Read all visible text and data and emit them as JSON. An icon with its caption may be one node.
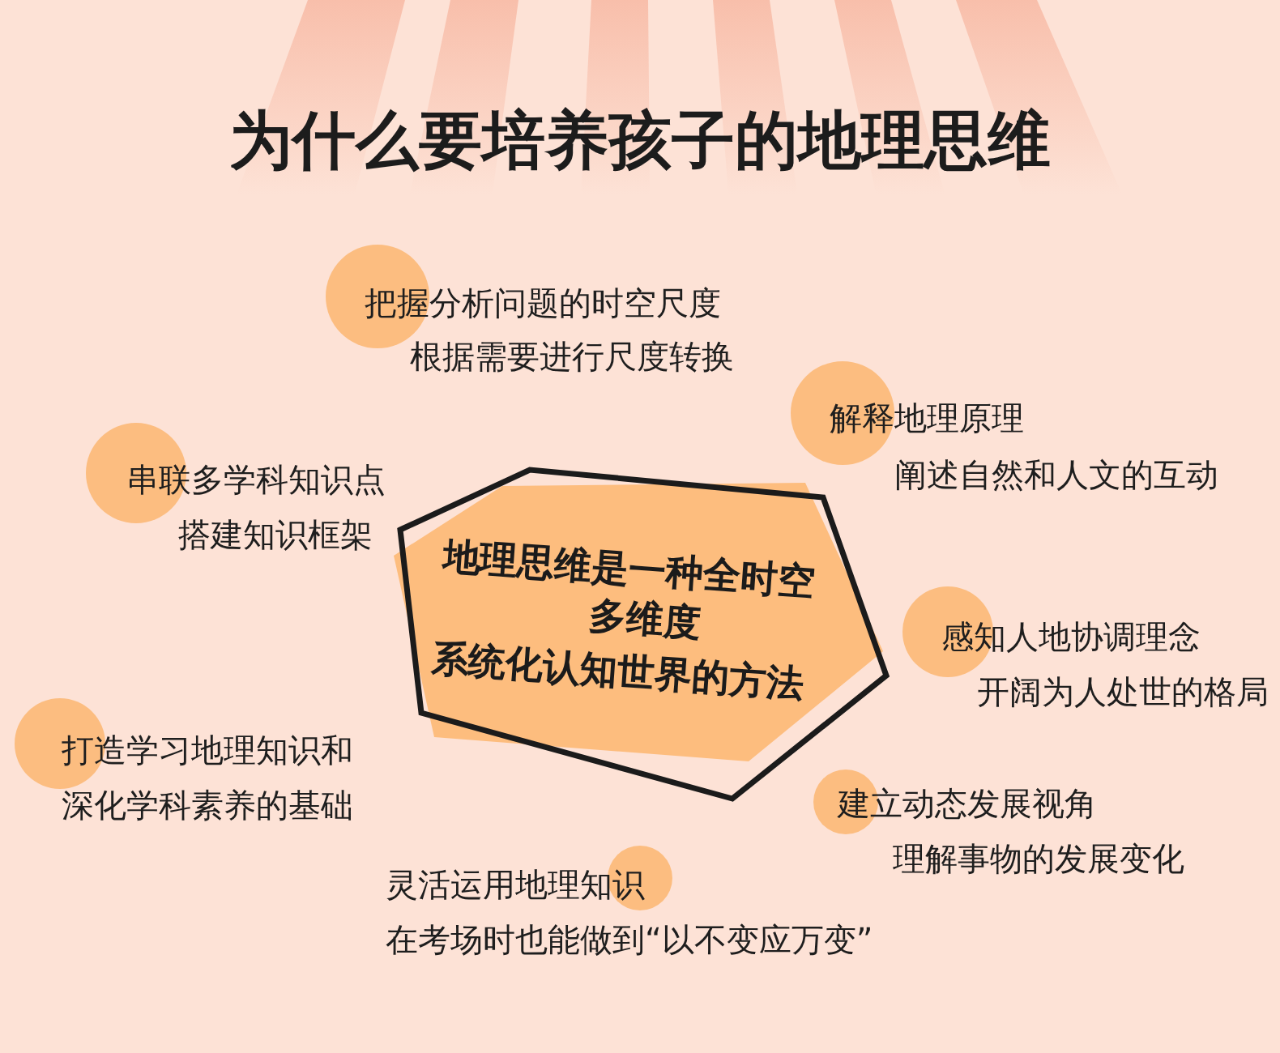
{
  "diagram": {
    "title": "为什么要培养孩子的地理思维",
    "nodes": [
      {
        "text": [
          "地理思维是一种全时空",
          "多维度",
          "系统化认知世界的方法"
        ]
      },
      {
        "text": [
          "把握分析问题的时空尺度",
          "根据需要进行尺度转换"
        ]
      },
      {
        "text": [
          "解释地理原理",
          "阐述自然和人文的互动"
        ]
      },
      {
        "text": [
          "串联多学科知识点",
          "搭建知识框架"
        ]
      },
      {
        "text": [
          "感知人地协调理念",
          "开阔为人处世的格局"
        ]
      },
      {
        "text": [
          "打造学习地理知识和深化学科素养的基础"
        ]
      },
      {
        "text": [
          "建立动态发展视角",
          "理解事物的发展变化"
        ]
      },
      {
        "text": [
          "灵活运用地理知识",
          "在考场时也能做到“以不变应万变”"
        ]
      }
    ]
  }
}
